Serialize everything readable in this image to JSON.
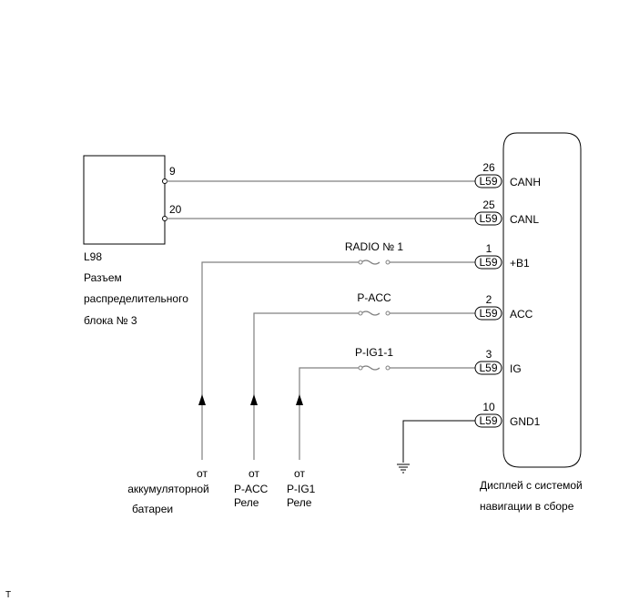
{
  "left_connector": {
    "code": "L98",
    "name_lines": [
      "Разъем",
      "распределительного",
      "блока № 3"
    ],
    "pins": [
      "9",
      "20"
    ]
  },
  "right_unit": {
    "name_lines": [
      "Дисплей с системой",
      "навигации в сборе"
    ],
    "connector": "L59",
    "pins": [
      {
        "num": "26",
        "signal": "CANH"
      },
      {
        "num": "25",
        "signal": "CANL"
      },
      {
        "num": "1",
        "signal": "+B1"
      },
      {
        "num": "2",
        "signal": "ACC"
      },
      {
        "num": "3",
        "signal": "IG"
      },
      {
        "num": "10",
        "signal": "GND1"
      }
    ]
  },
  "fuses": [
    "RADIO № 1",
    "P-ACC",
    "P-IG1-1"
  ],
  "sources": [
    {
      "line1": "от",
      "line2": "аккумуляторной",
      "line3": "батареи"
    },
    {
      "line1": "от",
      "line2": "P-ACC",
      "line3": "Реле"
    },
    {
      "line1": "от",
      "line2": "P-IG1",
      "line3": "Реле"
    }
  ],
  "footer_mark": "T"
}
